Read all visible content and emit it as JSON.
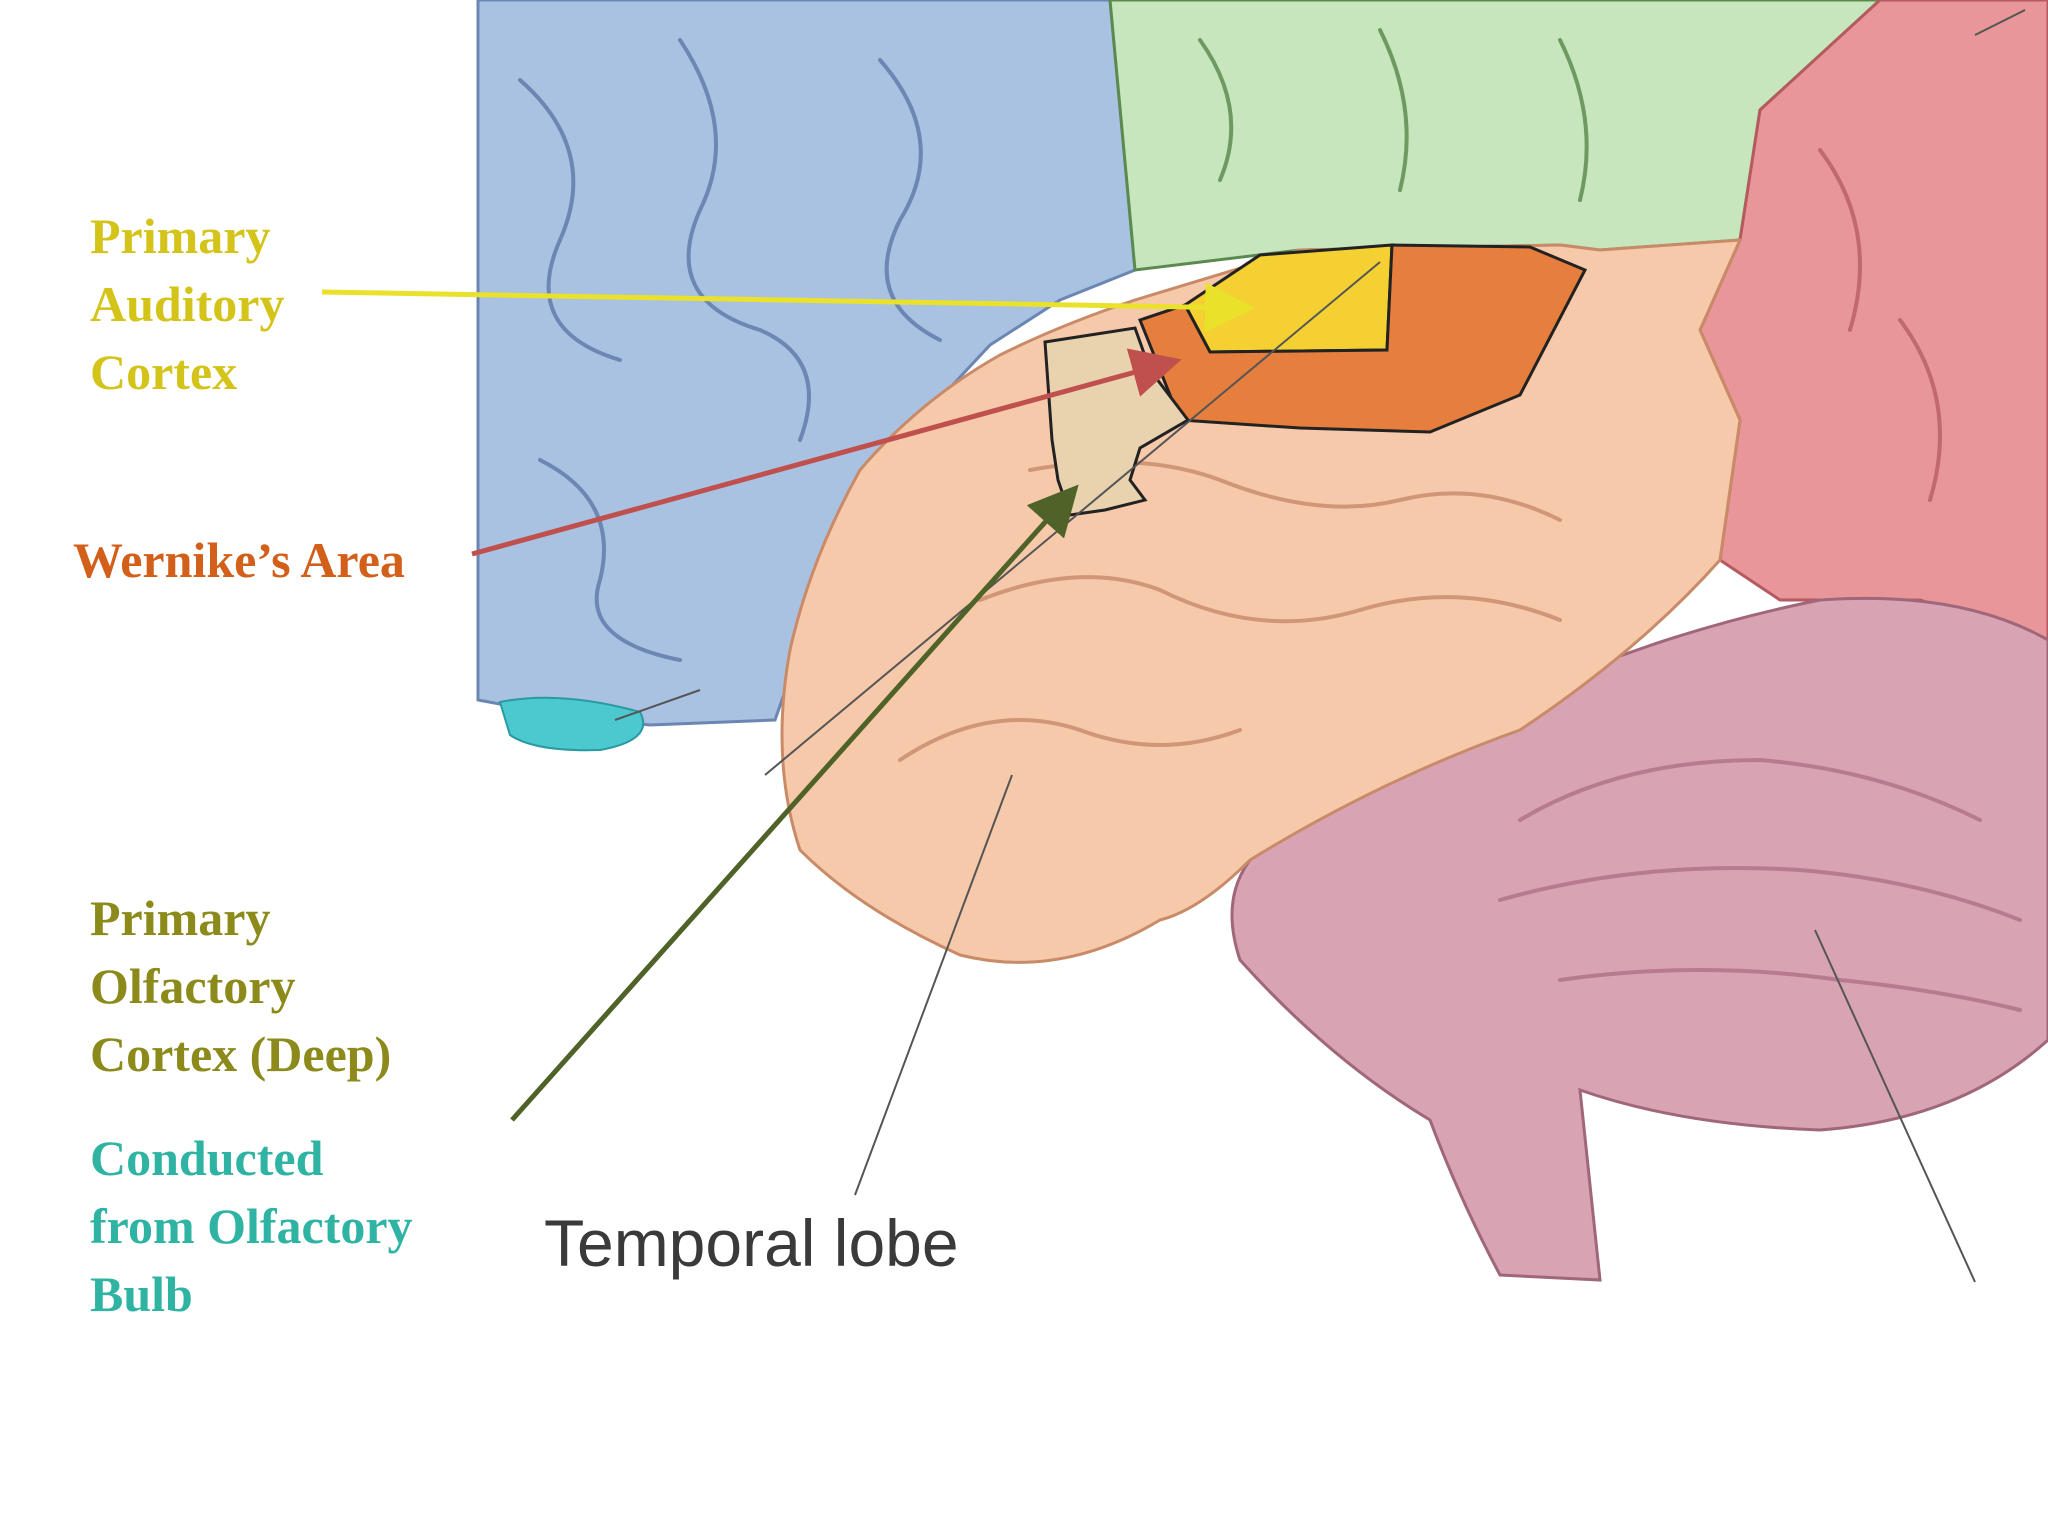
{
  "labels": {
    "auditory": {
      "lines": [
        "Primary",
        "Auditory",
        "Cortex"
      ],
      "color": "#d4c41a"
    },
    "wernike": {
      "text": "Wernike’s Area",
      "color": "#d2601a"
    },
    "olfactory": {
      "lines": [
        "Primary",
        "Olfactory",
        "Cortex (Deep)"
      ],
      "color": "#8b8a1a"
    },
    "conducted": {
      "lines": [
        "Conducted",
        "from Olfactory",
        "Bulb"
      ],
      "color": "#2fb3a3"
    },
    "temporal": {
      "text": "Temporal lobe"
    }
  },
  "regions": {
    "frontal": "#a9c2e2",
    "parietal": "#c8e6bd",
    "occipital": "#e8969a",
    "temporal": "#f6c9ab",
    "cerebellum": "#d8a3b3",
    "olfactory_bulb": "#4cc9cf",
    "primary_auditory": "#f5d033",
    "wernike": "#e67f3d",
    "olfactory_area": "#e8d3ae"
  },
  "arrows": {
    "auditory": "#e9e12a",
    "wernike": "#c0504d",
    "olfactory": "#4f6228"
  }
}
